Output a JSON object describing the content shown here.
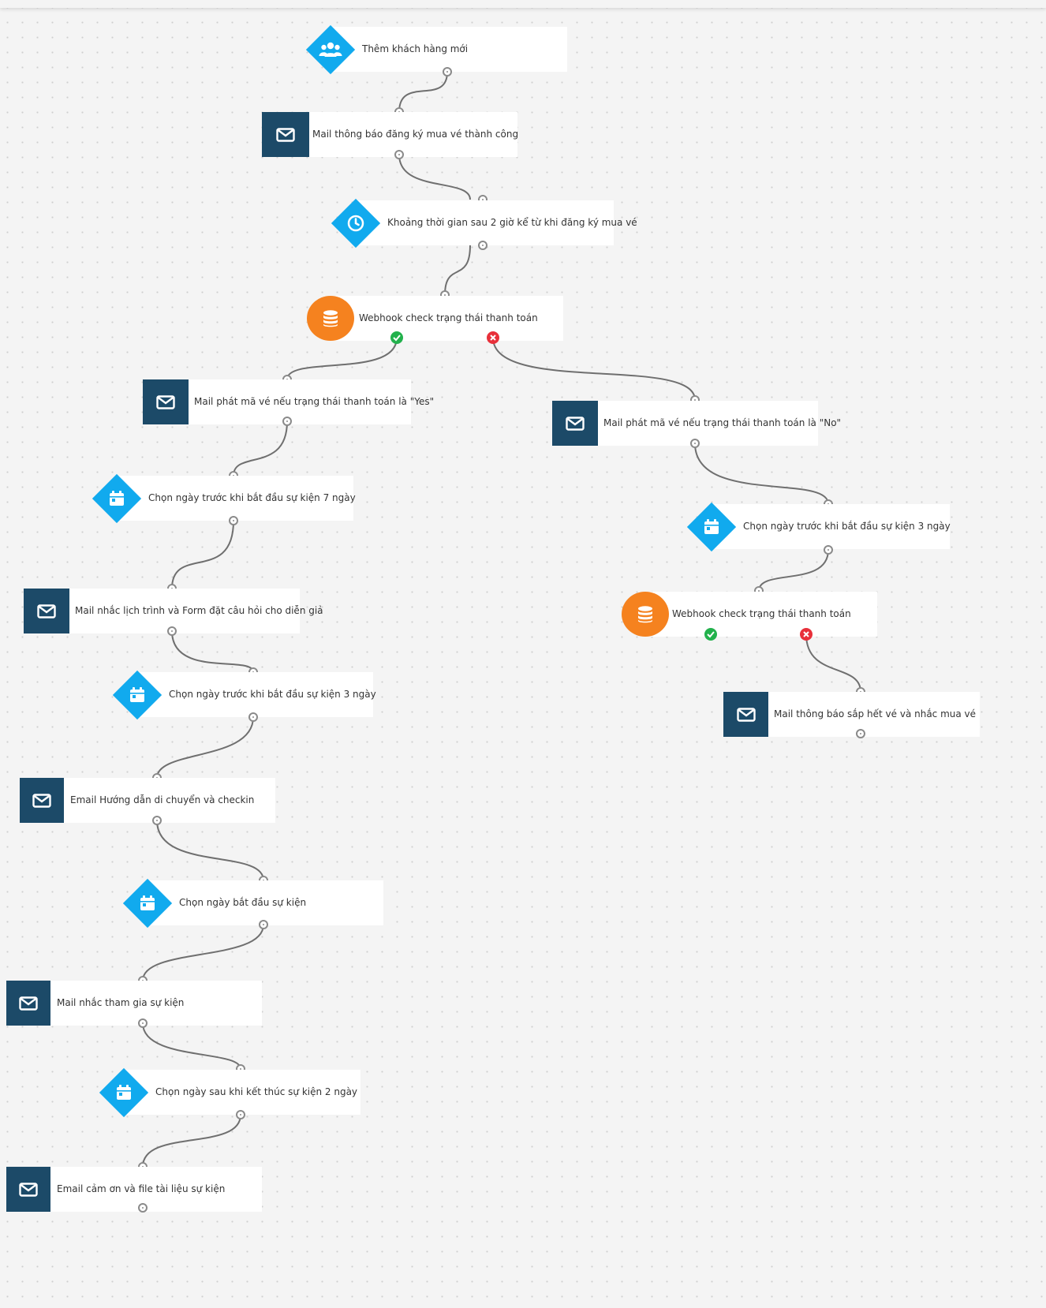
{
  "colors": {
    "email_icon_bg": "#1c4a68",
    "trigger_diamond": "#11aaee",
    "webhook_circle": "#f5821f",
    "yes_port": "#22b14c",
    "no_port": "#e8303a",
    "connector": "#6f6f6f"
  },
  "nodes": {
    "add_customer": {
      "label": "Thêm khách hàng mới",
      "icon": "users-icon"
    },
    "mail_register_success": {
      "label": "Mail thông báo đăng ký mua vé thành công",
      "icon": "envelope-icon"
    },
    "delay_2h": {
      "label": "Khoảng thời gian sau 2 giờ kể từ khi đăng ký mua vé",
      "icon": "clock-icon"
    },
    "webhook_check_1": {
      "label": "Webhook check trạng thái thanh toán",
      "icon": "database-icon"
    },
    "mail_ticket_yes": {
      "label": "Mail phát mã vé nếu trạng thái thanh toán là \"Yes\"",
      "icon": "envelope-icon"
    },
    "mail_ticket_no": {
      "label": "Mail phát mã vé nếu trạng thái thanh toán là \"No\"",
      "icon": "envelope-icon"
    },
    "date_before_7": {
      "label": "Chọn ngày trước khi bắt đầu sự kiện 7 ngày",
      "icon": "calendar-icon"
    },
    "date_before_3_right": {
      "label": "Chọn ngày trước khi bắt đầu sự kiện 3 ngày",
      "icon": "calendar-icon"
    },
    "mail_schedule_form": {
      "label": "Mail nhắc lịch trình và Form đặt câu hỏi cho diễn giả",
      "icon": "envelope-icon"
    },
    "webhook_check_2": {
      "label": "Webhook check trạng thái thanh toán",
      "icon": "database-icon"
    },
    "date_before_3_left": {
      "label": "Chọn ngày trước khi bắt đầu sự kiện 3 ngày",
      "icon": "calendar-icon"
    },
    "mail_sold_out": {
      "label": "Mail thông báo sắp hết vé và nhắc mua vé",
      "icon": "envelope-icon"
    },
    "email_guide": {
      "label": "Email Hướng dẫn di chuyển và checkin",
      "icon": "envelope-icon"
    },
    "date_event_start": {
      "label": "Chọn ngày bắt đầu sự kiện",
      "icon": "calendar-icon"
    },
    "mail_remind_join": {
      "label": "Mail nhắc tham gia sự kiện",
      "icon": "envelope-icon"
    },
    "date_after_2": {
      "label": "Chọn ngày sau khi kết thúc sự kiện 2 ngày",
      "icon": "calendar-icon"
    },
    "email_thanks": {
      "label": "Email cảm ơn và file tài liệu sự kiện",
      "icon": "envelope-icon"
    }
  }
}
